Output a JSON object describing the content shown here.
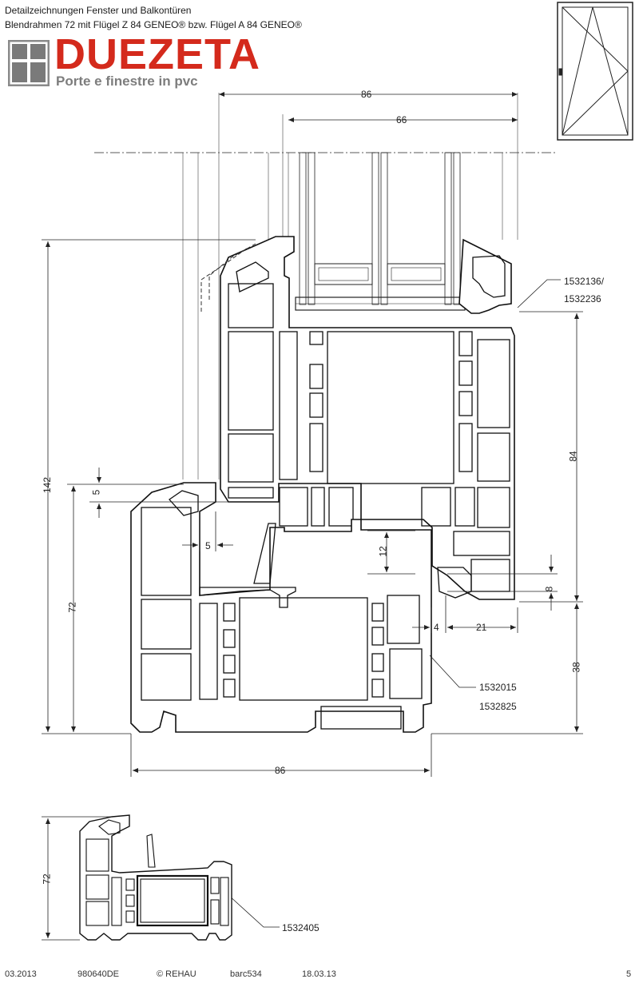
{
  "header": {
    "title_line1": "Detailzeichnungen Fenster und Balkontüren",
    "title_line2": "Blendrahmen 72 mit Flügel Z 84 GENEO® bzw. Flügel A 84 GENEO®"
  },
  "logo": {
    "brand": "DUEZETA",
    "tagline": "Porte e finestre in pvc",
    "brand_color": "#d42a1c",
    "tagline_color": "#7d7d7d"
  },
  "dimensions": {
    "top_width": "86",
    "glass_width": "66",
    "total_height": "142",
    "offset_5_vertical": "5",
    "offset_5_horizontal": "5",
    "frame_height": "72",
    "sash_height": "84",
    "dim_12": "12",
    "dim_8": "8",
    "dim_4": "4",
    "dim_21": "21",
    "dim_38": "38",
    "bottom_width": "86",
    "small_section_height": "72"
  },
  "part_numbers": {
    "gasket_a": "1532136/",
    "gasket_b": "1532236",
    "reinforcement_a": "1532015",
    "reinforcement_b": "1532825",
    "small_section": "1532405"
  },
  "footer": {
    "date": "03.2013",
    "doc_no": "980640DE",
    "copyright": "© REHAU",
    "code": "barc534",
    "revision": "18.03.13",
    "page": "5"
  }
}
